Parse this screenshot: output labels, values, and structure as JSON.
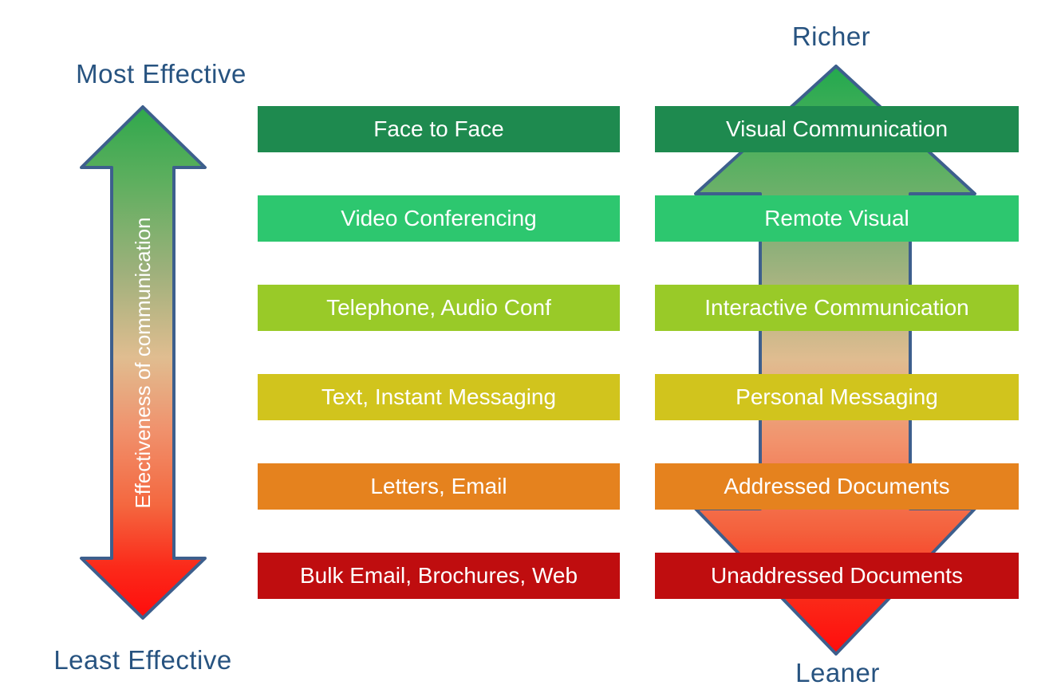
{
  "palette": {
    "navy_text": "#275380",
    "arrow_border": "#3D5F8D",
    "bar_text": "#FFFFFF"
  },
  "left_axis": {
    "top_label": "Most Effective",
    "bottom_label": "Least Effective",
    "arrow_label": "Effectiveness of communication"
  },
  "right_axis": {
    "top_label": "Richer",
    "bottom_label": "Leaner"
  },
  "rows": [
    {
      "channel": "Face to Face",
      "category": "Visual Communication",
      "color": "#1E8A4F"
    },
    {
      "channel": "Video Conferencing",
      "category": "Remote Visual",
      "color": "#2DC76F"
    },
    {
      "channel": "Telephone, Audio Conf",
      "category": "Interactive Communication",
      "color": "#99CA28"
    },
    {
      "channel": "Text, Instant Messaging",
      "category": "Personal Messaging",
      "color": "#D1C41D"
    },
    {
      "channel": "Letters, Email",
      "category": "Addressed Documents",
      "color": "#E5821E"
    },
    {
      "channel": "Bulk Email, Brochures, Web",
      "category": "Unaddressed Documents",
      "color": "#BF0D0F"
    }
  ],
  "gradients": {
    "left_arrow": [
      "#2FA84C",
      "#5FAF5F",
      "#9DB07B",
      "#E0BD90",
      "#F0926D",
      "#F4673F",
      "#FB2A1A",
      "#FF0C0C"
    ],
    "right_arrow": [
      "#23A94E",
      "#54B05F",
      "#8FB07A",
      "#E0BC90",
      "#F2926C",
      "#F4613D",
      "#FB2818",
      "#FF0C0C"
    ]
  }
}
